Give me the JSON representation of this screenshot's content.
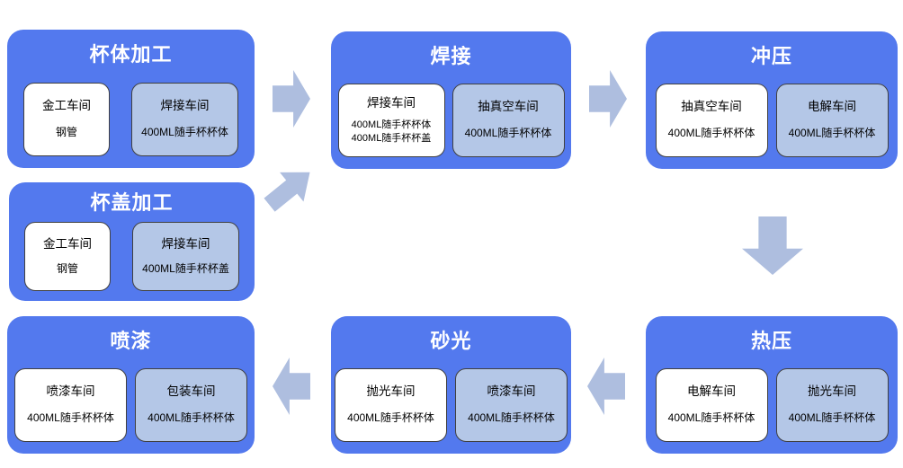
{
  "colors": {
    "node_fill": "#5379EE",
    "card_light_fill": "#B4C7E7",
    "card_white_fill": "#FFFFFF",
    "arrow_fill": "#AEBEDF",
    "card_border": "#404040",
    "title_text": "#FFFFFF",
    "card_text": "#000000",
    "page_bg": "#FFFFFF"
  },
  "nodes": [
    {
      "id": "cup-body-processing",
      "title": "杯体加工",
      "cards": [
        {
          "variant": "white",
          "title": "金工车间",
          "lines": [
            "钢管"
          ]
        },
        {
          "variant": "light",
          "title": "焊接车间",
          "lines": [
            "400ML随手杯杯体"
          ]
        }
      ]
    },
    {
      "id": "welding",
      "title": "焊接",
      "cards": [
        {
          "variant": "white",
          "title": "焊接车间",
          "lines": [
            "400ML随手杯杯体",
            "400ML随手杯杯盖"
          ]
        },
        {
          "variant": "light",
          "title": "抽真空车间",
          "lines": [
            "400ML随手杯杯体"
          ]
        }
      ]
    },
    {
      "id": "stamping",
      "title": "冲压",
      "cards": [
        {
          "variant": "white",
          "title": "抽真空车间",
          "lines": [
            "400ML随手杯杯体"
          ]
        },
        {
          "variant": "light",
          "title": "电解车间",
          "lines": [
            "400ML随手杯杯体"
          ]
        }
      ]
    },
    {
      "id": "cup-lid-processing",
      "title": "杯盖加工",
      "cards": [
        {
          "variant": "white",
          "title": "金工车间",
          "lines": [
            "钢管"
          ]
        },
        {
          "variant": "light",
          "title": "焊接车间",
          "lines": [
            "400ML随手杯杯盖"
          ]
        }
      ]
    },
    {
      "id": "hot-pressing",
      "title": "热压",
      "cards": [
        {
          "variant": "white",
          "title": "电解车间",
          "lines": [
            "400ML随手杯杯体"
          ]
        },
        {
          "variant": "light",
          "title": "抛光车间",
          "lines": [
            "400ML随手杯杯体"
          ]
        }
      ]
    },
    {
      "id": "sanding",
      "title": "砂光",
      "cards": [
        {
          "variant": "white",
          "title": "抛光车间",
          "lines": [
            "400ML随手杯杯体"
          ]
        },
        {
          "variant": "light",
          "title": "喷漆车间",
          "lines": [
            "400ML随手杯杯体"
          ]
        }
      ]
    },
    {
      "id": "painting",
      "title": "喷漆",
      "cards": [
        {
          "variant": "white",
          "title": "喷漆车间",
          "lines": [
            "400ML随手杯杯体"
          ]
        },
        {
          "variant": "light",
          "title": "包装车间",
          "lines": [
            "400ML随手杯杯体"
          ]
        }
      ]
    }
  ],
  "arrows": [
    {
      "from": "杯体加工",
      "to": "焊接",
      "direction": "right"
    },
    {
      "from": "杯盖加工",
      "to": "焊接",
      "direction": "up-right"
    },
    {
      "from": "焊接",
      "to": "冲压",
      "direction": "right"
    },
    {
      "from": "冲压",
      "to": "热压",
      "direction": "down"
    },
    {
      "from": "热压",
      "to": "砂光",
      "direction": "left"
    },
    {
      "from": "砂光",
      "to": "喷漆",
      "direction": "left"
    }
  ]
}
